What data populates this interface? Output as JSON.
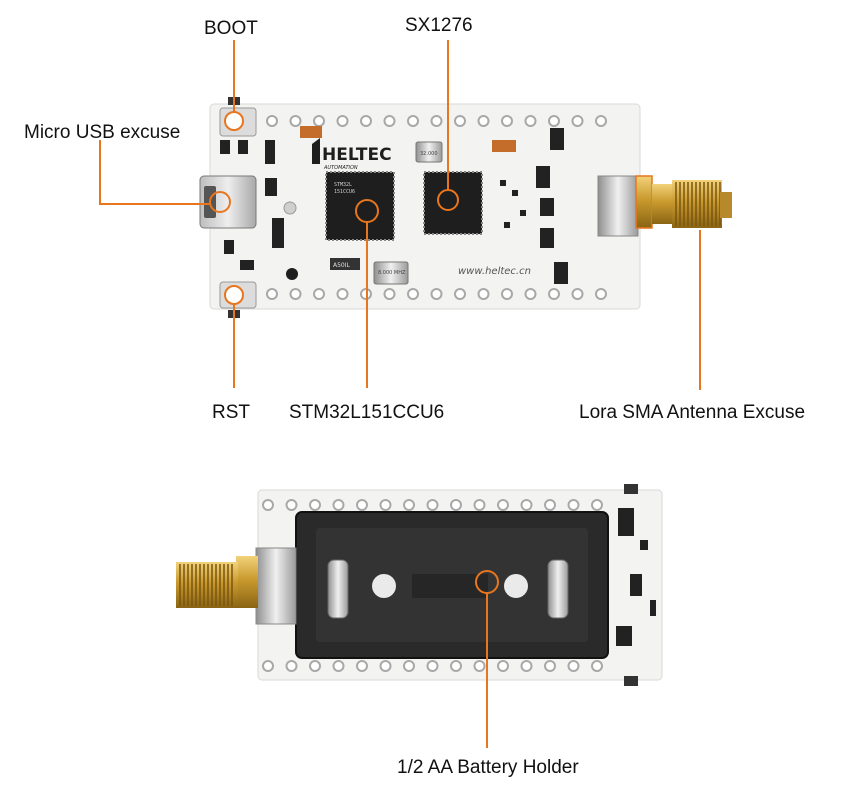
{
  "labels": {
    "boot": "BOOT",
    "sx1276": "SX1276",
    "micro_usb": "Micro USB excuse",
    "rst": "RST",
    "stm32": "STM32L151CCU6",
    "lora_sma": "Lora SMA Antenna Excuse",
    "battery": "1/2 AA Battery Holder"
  },
  "board_print": {
    "logo": "HELTEC",
    "logo_sub": "AUTOMATION",
    "website": "www.heltec.cn",
    "mcu_marking": "STM32L\n151CCU6",
    "crystal_1": "32.000",
    "crystal_2": "8.000 MHZ",
    "part_code": "A50IL"
  },
  "colors": {
    "callout": "#e8761f",
    "board": "#f3f3f1",
    "chip": "#1e1e1e",
    "gold": "#c99a2e",
    "holder": "#2a2a2a",
    "label_text": "#111111"
  }
}
